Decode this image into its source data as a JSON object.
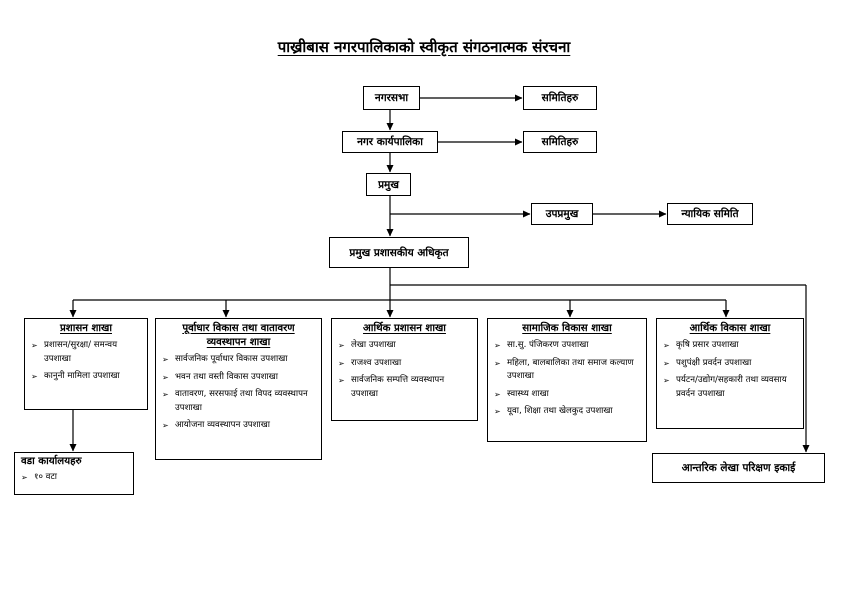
{
  "title": "पाख्रीबास नगरपालिकाको स्वीकृत संगठनात्मक संरचना",
  "bullet_glyph": "➢",
  "boxes": {
    "nagarsabha": "नगरसभा",
    "samiti_1": "समितिहरु",
    "nagar_karyapalika": "नगर कार्यपालिका",
    "samiti_2": "समितिहरु",
    "pramukh": "प्रमुख",
    "upapramukh": "उपप्रमुख",
    "nyayik_samiti": "न्यायिक समिति",
    "cao": "प्रमुख प्रशासकीय अधिकृत",
    "internal_audit": "आन्तरिक लेखा परिक्षण इकाई"
  },
  "branches": {
    "admin": {
      "heading": "प्रशासन शाखा",
      "items": [
        "प्रशासन/सुरक्षा/ समन्वय उपशाखा",
        "कानुनी मामिला उपशाखा"
      ]
    },
    "infra": {
      "heading": "पूर्वाधार विकास तथा वातावरण व्यवस्थापन शाखा",
      "items": [
        "सार्वजनिक पूर्वाधार विकास उपशाखा",
        "भवन तथा वस्ती विकास उपशाखा",
        "वातावरण, सरसफाई तथा विपद व्यवस्थापन उपशाखा",
        "आयोजना व्यवस्थापन उपशाखा"
      ]
    },
    "finance_admin": {
      "heading": "आर्थिक प्रशासन शाखा",
      "items": [
        "लेखा उपशाखा",
        "राजश्व उपशाखा",
        "सार्वजनिक सम्पत्ति व्यवस्थापन उपशाखा"
      ]
    },
    "social": {
      "heading": "सामाजिक विकास शाखा",
      "items": [
        "सा.सु. पंजिकरण उपशाखा",
        "महिला, बालबालिका तथा समाज कल्याण उपशाखा",
        "स्वास्थ्य शाखा",
        "यूवा, शिक्षा तथा खेलकुद उपशाखा"
      ]
    },
    "economic": {
      "heading": "आर्थिक विकास शाखा",
      "items": [
        "कृषि प्रसार उपशाखा",
        "पशुपंक्षी प्रवर्दन उपशाखा",
        "पर्यटन/उद्योग/सहकारी तथा व्यवसाय प्रवर्दन उपशाखा"
      ]
    },
    "ward": {
      "heading": "वडा कार्यालयहरु",
      "items": [
        "१० वटा"
      ]
    }
  }
}
